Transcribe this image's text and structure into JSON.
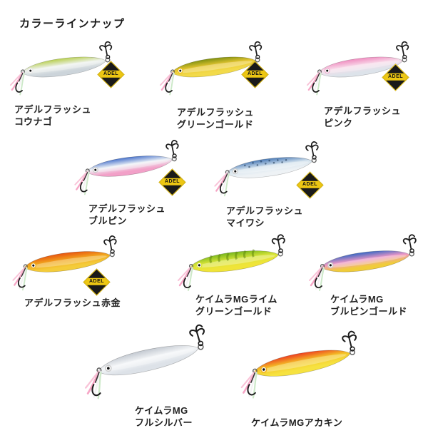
{
  "page": {
    "title": "カラーラインナップ",
    "background": "#ffffff",
    "text_color": "#222222"
  },
  "badge": {
    "label": "ADEL",
    "bg": "#1a1a1a",
    "band": "#edc713"
  },
  "art": {
    "feathers": [
      "#f6a6c6",
      "#f3f3f3",
      "#f9c3d8",
      "#cde9c9"
    ],
    "hook_color": "#1c1c1c"
  },
  "items": [
    {
      "id": "adel-flash-kounago",
      "lines": [
        "アデルフラッシュ",
        "コウナゴ"
      ],
      "has_badge": true,
      "colors": {
        "back": "#b7cf4e",
        "mid": "#eef2ee",
        "belly": "#ccd4da",
        "eye_ring": "#e8e8e8",
        "pattern": "plain"
      }
    },
    {
      "id": "adel-flash-green-gold",
      "lines": [
        "アデルフラッシュ",
        "グリーンゴールド"
      ],
      "has_badge": true,
      "colors": {
        "back": "#7e8f12",
        "mid": "#e9c832",
        "belly": "#f2da4a",
        "eye_ring": "#f0c020",
        "pattern": "plain"
      }
    },
    {
      "id": "adel-flash-pink",
      "lines": [
        "アデルフラッシュ",
        "ピンク"
      ],
      "has_badge": true,
      "colors": {
        "back": "#f08cc0",
        "mid": "#f8dcea",
        "belly": "#dde3ea",
        "eye_ring": "#f0b0d0",
        "pattern": "plain"
      }
    },
    {
      "id": "adel-flash-blupin",
      "lines": [
        "アデルフラッシュ",
        "ブルピン"
      ],
      "has_badge": true,
      "colors": {
        "back": "#4a74cc",
        "mid": "#eef2f6",
        "belly": "#f2a0c8",
        "eye_ring": "#cccccc",
        "pattern": "plain"
      }
    },
    {
      "id": "adel-flash-maiwashi",
      "lines": [
        "アデルフラッシュ",
        "マイワシ"
      ],
      "has_badge": true,
      "colors": {
        "back": "#4a7ab6",
        "mid": "#d6e4ee",
        "belly": "#eef2f5",
        "eye_ring": "#cccccc",
        "pattern": "spots"
      }
    },
    {
      "id": "adel-flash-akakin",
      "lines": [
        "アデルフラッシュ赤金"
      ],
      "has_badge": true,
      "colors": {
        "back": "#e85510",
        "mid": "#f2a81e",
        "belly": "#f4cc3a",
        "eye_ring": "#f0b020",
        "pattern": "plain"
      }
    },
    {
      "id": "keimura-mg-lime-green-gold",
      "lines": [
        "ケイムラMGライム",
        "グリーンゴールド"
      ],
      "has_badge": false,
      "colors": {
        "back": "#78b81e",
        "mid": "#d8e438",
        "belly": "#f0e438",
        "eye_ring": "#d8e438",
        "pattern": "zebra"
      }
    },
    {
      "id": "keimura-mg-blupin-gold",
      "lines": [
        "ケイムラMG",
        "ブルピンゴールド"
      ],
      "has_badge": false,
      "colors": {
        "back": "#3a68c4",
        "mid": "#f098c6",
        "belly": "#f0cc3a",
        "eye_ring": "#cccccc",
        "pattern": "plain"
      }
    },
    {
      "id": "keimura-mg-full-silver",
      "lines": [
        "ケイムラMG",
        "フルシルバー"
      ],
      "has_badge": false,
      "colors": {
        "back": "#c3c9d1",
        "mid": "#f4f6f8",
        "belly": "#dde2e8",
        "eye_ring": "#cccccc",
        "pattern": "plain"
      }
    },
    {
      "id": "keimura-mg-akakin",
      "lines": [
        "ケイムラMGアカキン"
      ],
      "has_badge": false,
      "colors": {
        "back": "#ee3f20",
        "mid": "#f4c426",
        "belly": "#f6e240",
        "eye_ring": "#f0b020",
        "pattern": "plain"
      }
    }
  ]
}
